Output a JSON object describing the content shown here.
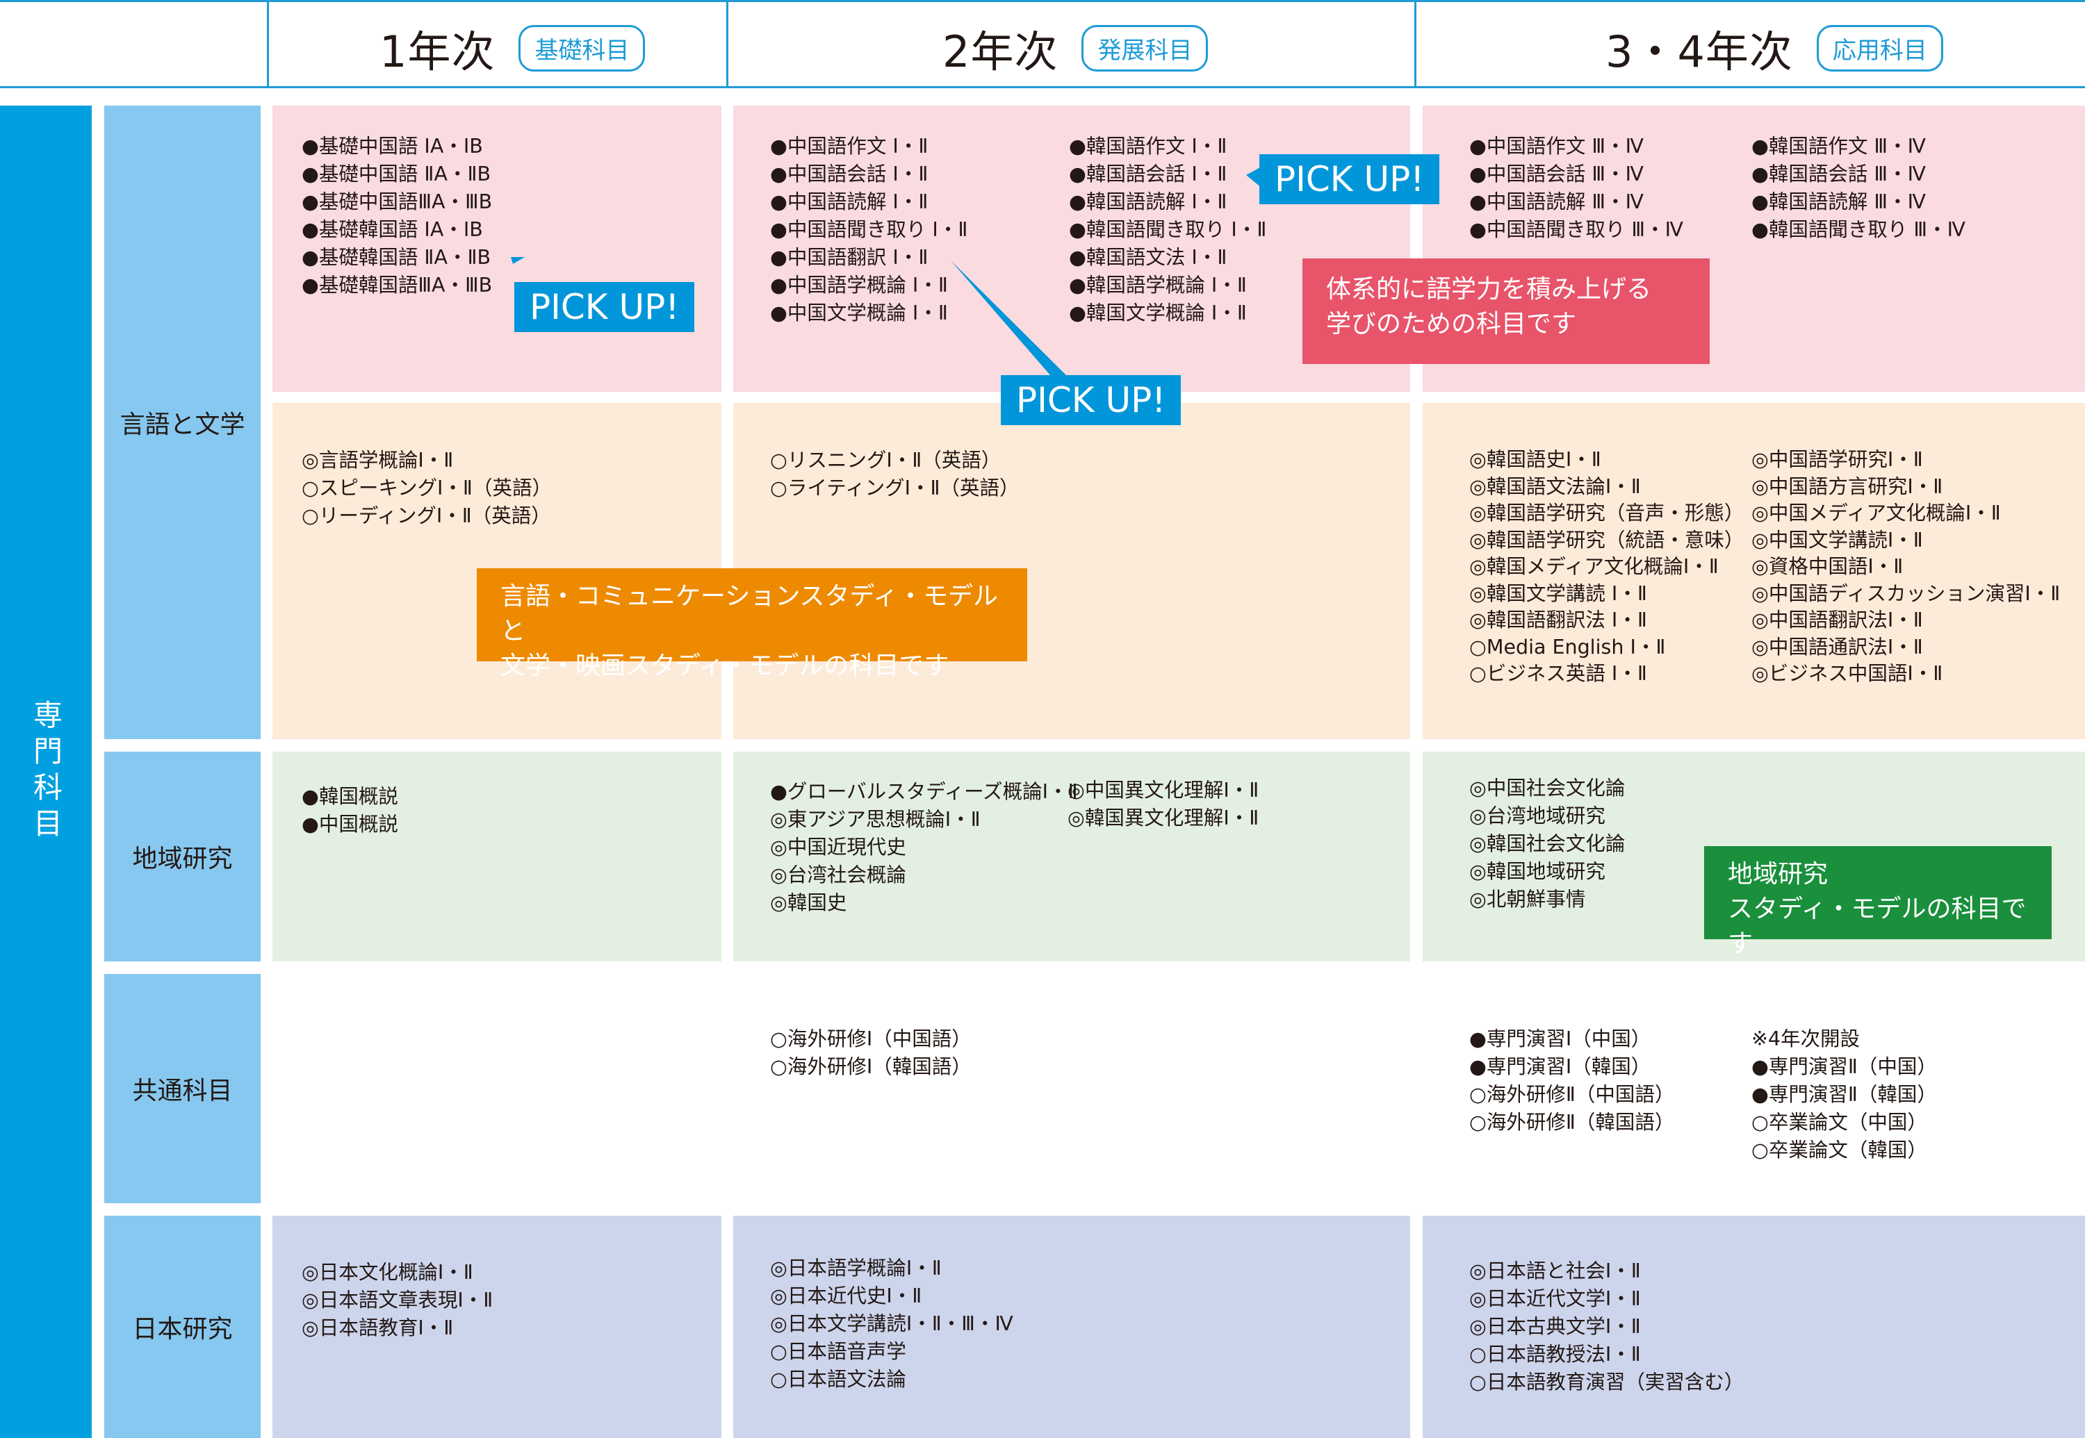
{
  "header": {
    "years": [
      {
        "title": "1年次",
        "badge": "基礎科目"
      },
      {
        "title": "2年次",
        "badge": "発展科目"
      },
      {
        "title": "3・4年次",
        "badge": "応用科目"
      }
    ]
  },
  "side": {
    "major_label": "専門科目",
    "rows": [
      "言語と文学",
      "地域研究",
      "共通科目",
      "日本研究"
    ]
  },
  "cells": {
    "lang_basic": {
      "y1": [
        "●基礎中国語 ⅠA・ⅠB",
        "●基礎中国語 ⅡA・ⅡB",
        "●基礎中国語ⅢA・ⅢB",
        "●基礎韓国語 ⅠA・ⅠB",
        "●基礎韓国語 ⅡA・ⅡB",
        "●基礎韓国語ⅢA・ⅢB"
      ],
      "y2a": [
        "●中国語作文 Ⅰ・Ⅱ",
        "●中国語会話 Ⅰ・Ⅱ",
        "●中国語読解 Ⅰ・Ⅱ",
        "●中国語聞き取り Ⅰ・Ⅱ",
        "●中国語翻訳 Ⅰ・Ⅱ",
        "●中国語学概論 Ⅰ・Ⅱ",
        "●中国文学概論 Ⅰ・Ⅱ"
      ],
      "y2b": [
        "●韓国語作文 Ⅰ・Ⅱ",
        "●韓国語会話 Ⅰ・Ⅱ",
        "●韓国語読解 Ⅰ・Ⅱ",
        "●韓国語聞き取り Ⅰ・Ⅱ",
        "●韓国語文法 Ⅰ・Ⅱ",
        "●韓国語学概論 Ⅰ・Ⅱ",
        "●韓国文学概論 Ⅰ・Ⅱ"
      ],
      "y3a": [
        "●中国語作文 Ⅲ・Ⅳ",
        "●中国語会話 Ⅲ・Ⅳ",
        "●中国語読解 Ⅲ・Ⅳ",
        "●中国語聞き取り Ⅲ・Ⅳ"
      ],
      "y3b": [
        "●韓国語作文 Ⅲ・Ⅳ",
        "●韓国語会話 Ⅲ・Ⅳ",
        "●韓国語読解 Ⅲ・Ⅳ",
        "●韓国語聞き取り Ⅲ・Ⅳ"
      ]
    },
    "lang_model": {
      "y1": [
        "◎言語学概論Ⅰ・Ⅱ",
        "○スピーキングⅠ・Ⅱ（英語）",
        "○リーディングⅠ・Ⅱ（英語）"
      ],
      "y2": [
        "○リスニングⅠ・Ⅱ（英語）",
        "○ライティングⅠ・Ⅱ（英語）"
      ],
      "y3a": [
        "◎韓国語史Ⅰ・Ⅱ",
        "◎韓国語文法論Ⅰ・Ⅱ",
        "◎韓国語学研究（音声・形態）",
        "◎韓国語学研究（統語・意味）",
        "◎韓国メディア文化概論Ⅰ・Ⅱ",
        "◎韓国文学講読 Ⅰ・Ⅱ",
        "◎韓国語翻訳法 Ⅰ・Ⅱ",
        "○Media English Ⅰ・Ⅱ",
        "○ビジネス英語 Ⅰ・Ⅱ"
      ],
      "y3b": [
        "◎中国語学研究Ⅰ・Ⅱ",
        "◎中国語方言研究Ⅰ・Ⅱ",
        "◎中国メディア文化概論Ⅰ・Ⅱ",
        "◎中国文学講読Ⅰ・Ⅱ",
        "◎資格中国語Ⅰ・Ⅱ",
        "◎中国語ディスカッション演習Ⅰ・Ⅱ",
        "◎中国語翻訳法Ⅰ・Ⅱ",
        "◎中国語通訳法Ⅰ・Ⅱ",
        "◎ビジネス中国語Ⅰ・Ⅱ"
      ]
    },
    "region": {
      "y1": [
        "●韓国概説",
        "●中国概説"
      ],
      "y2a": [
        "●グローバルスタディーズ概論Ⅰ・Ⅱ",
        "◎東アジア思想概論Ⅰ・Ⅱ",
        "◎中国近現代史",
        "◎台湾社会概論",
        "◎韓国史"
      ],
      "y2b": [
        "◎中国異文化理解Ⅰ・Ⅱ",
        "◎韓国異文化理解Ⅰ・Ⅱ"
      ],
      "y3": [
        "◎中国社会文化論",
        "◎台湾地域研究",
        "◎韓国社会文化論",
        "◎韓国地域研究",
        "◎北朝鮮事情"
      ]
    },
    "common": {
      "y2": [
        "○海外研修Ⅰ（中国語）",
        "○海外研修Ⅰ（韓国語）"
      ],
      "y3a": [
        "●専門演習Ⅰ（中国）",
        "●専門演習Ⅰ（韓国）",
        "○海外研修Ⅱ（中国語）",
        "○海外研修Ⅱ（韓国語）"
      ],
      "y3b": [
        "※4年次開設",
        "●専門演習Ⅱ（中国）",
        "●専門演習Ⅱ（韓国）",
        "○卒業論文（中国）",
        "○卒業論文（韓国）"
      ]
    },
    "japan": {
      "y1": [
        "◎日本文化概論Ⅰ・Ⅱ",
        "◎日本語文章表現Ⅰ・Ⅱ",
        "◎日本語教育Ⅰ・Ⅱ"
      ],
      "y2": [
        "◎日本語学概論Ⅰ・Ⅱ",
        "◎日本近代史Ⅰ・Ⅱ",
        "◎日本文学講読Ⅰ・Ⅱ・Ⅲ・Ⅳ",
        "○日本語音声学",
        "○日本語文法論"
      ],
      "y3": [
        "◎日本語と社会Ⅰ・Ⅱ",
        "◎日本近代文学Ⅰ・Ⅱ",
        "◎日本古典文学Ⅰ・Ⅱ",
        "○日本語教授法Ⅰ・Ⅱ",
        "○日本語教育演習（実習含む）"
      ]
    }
  },
  "callouts": {
    "basic": [
      "体系的に語学力を積み上げる",
      "学びのための科目です"
    ],
    "model": [
      "言語・コミュニケーションスタディ・モデルと",
      "文学・映画スタディ・モデルの科目です"
    ],
    "region": [
      "地域研究",
      "スタディ・モデルの科目です"
    ]
  },
  "pickup": {
    "label": "PICK UP!"
  },
  "colors": {
    "accent_blue": "#1e9bd7",
    "major_blue": "#00a0e0",
    "row_label_blue": "#86c8ef",
    "pink_cell": "#f9dbe0",
    "peach_cell": "#fdebd9",
    "green_cell": "#e3f0e1",
    "lavender_cell": "#cdd5ec",
    "callout_red": "#e8546a",
    "callout_orange": "#ee8a00",
    "callout_green": "#1a8f3c",
    "pickup_blue": "#0096d9"
  }
}
